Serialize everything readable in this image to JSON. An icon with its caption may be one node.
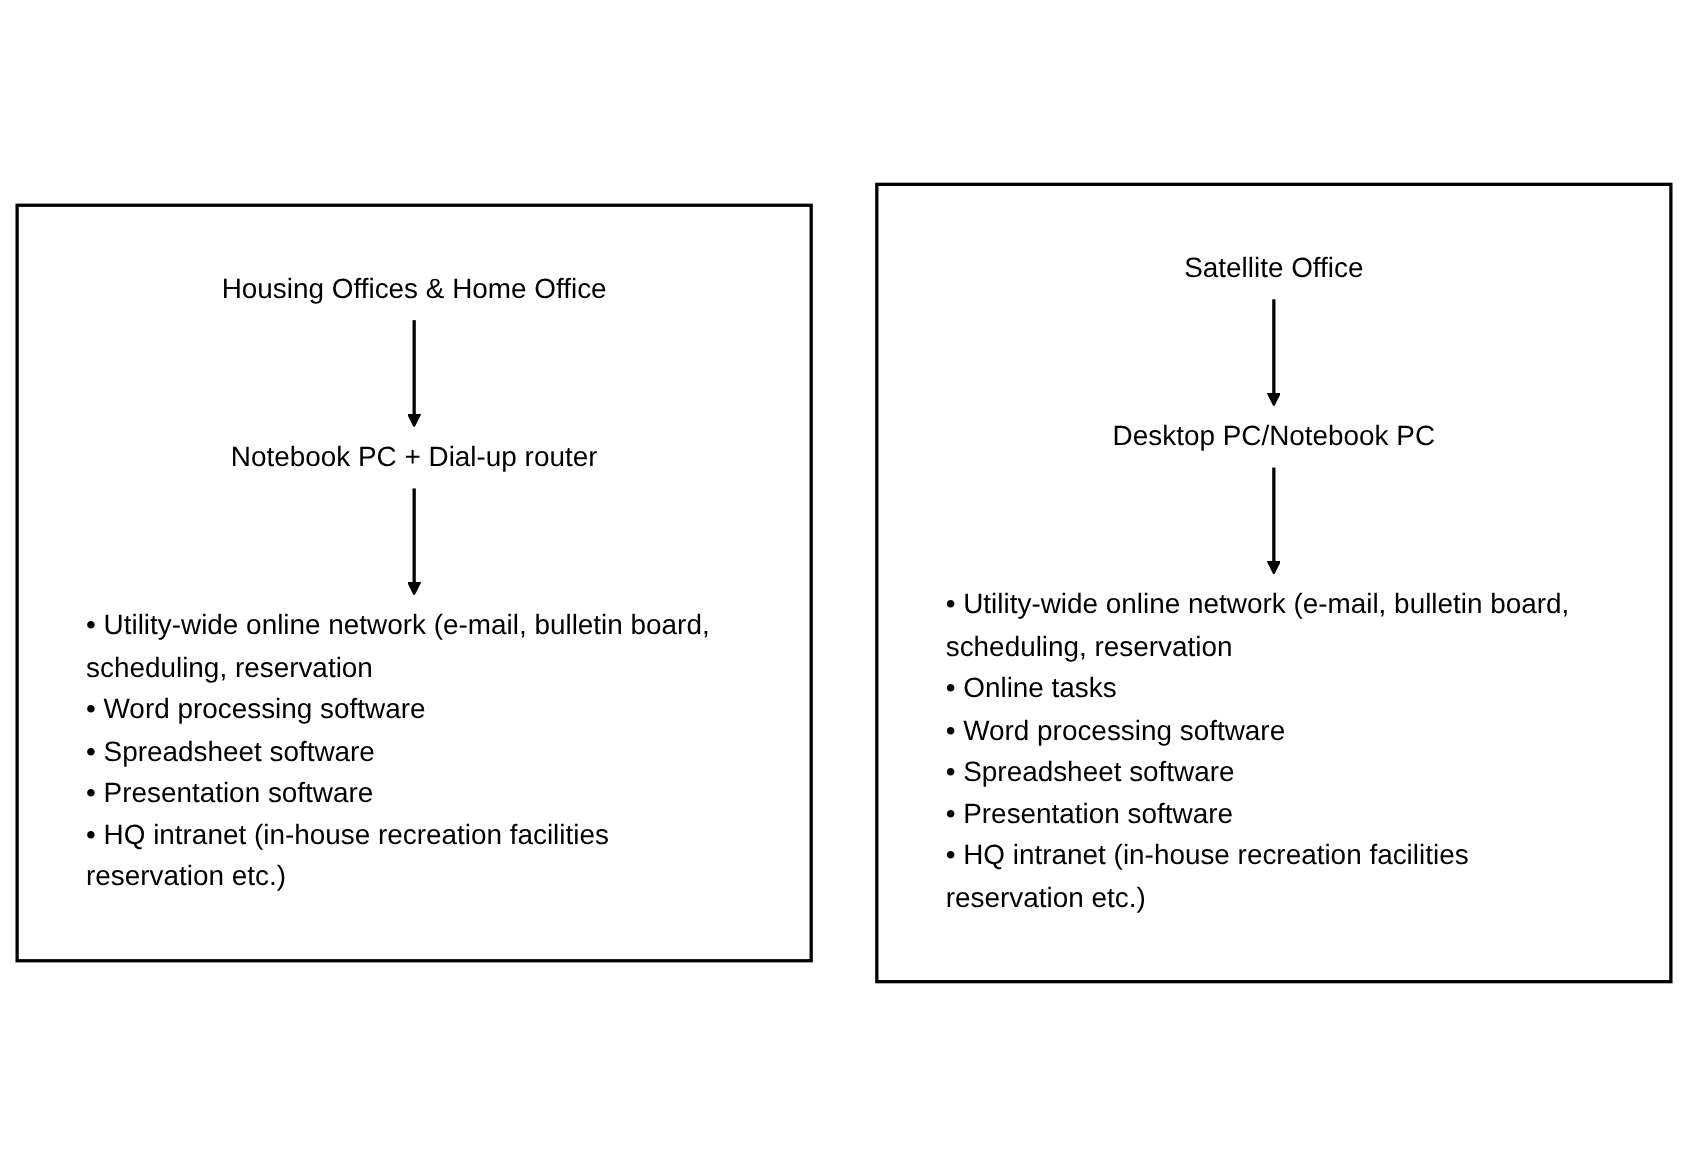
{
  "diagram": {
    "nodes": [
      {
        "text": [],
        "shape": "box"
      },
      {
        "text": [
          "Satellite Office"
        ],
        "in": 0
      },
      {
        "text": [
          "Desktop PC/Notebook PC"
        ],
        "in": 0
      },
      {
        "text": [
          "• Utility-wide online network (e-mail, bulletin board, scheduling, reservation",
          "• Online tasks",
          "• Word processing software",
          "• Spreadsheet software",
          "• Presentation software",
          "• HQ intranet (in-house recreation facilities reservation etc.)"
        ],
        "in": 0
      },
      {
        "text": [],
        "shape": "box"
      },
      {
        "text": [
          "Housing Offices & Home Office"
        ],
        "in": 4
      },
      {
        "text": [
          "Notebook PC + Dial-up router"
        ],
        "in": 4
      },
      {
        "text": [
          "• Utility-wide online network (e-mail, bulletin board, scheduling, reservation",
          "• Word processing software",
          "• Spreadsheet software",
          "• Presentation software",
          "• HQ intranet (in-house recreation facilities reservation etc.)"
        ],
        "in": 4
      }
    ],
    "edges": [
      {
        "from": 1,
        "to": 2,
        "arrow": "to"
      },
      {
        "from": 2,
        "to": 3,
        "arrow": "to"
      },
      {
        "from": 5,
        "to": 6,
        "arrow": "to"
      },
      {
        "from": 6,
        "to": 7,
        "arrow": "to"
      }
    ]
  }
}
